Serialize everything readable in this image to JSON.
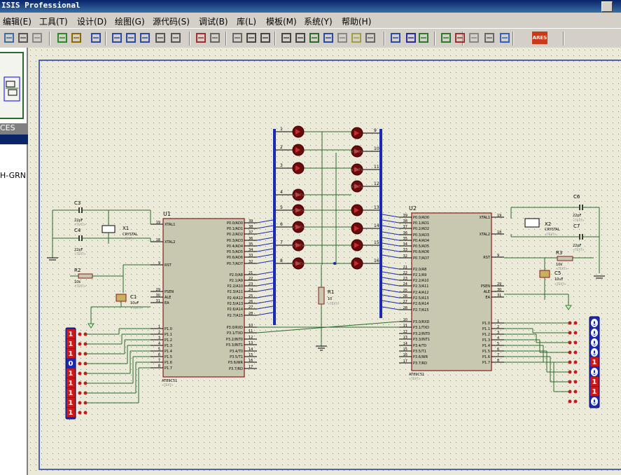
{
  "title": "ISIS Professional",
  "menu": [
    "编辑(E)",
    "工具(T)",
    "设计(D)",
    "绘图(G)",
    "源代码(S)",
    "调试(B)",
    "库(L)",
    "模板(M)",
    "系统(Y)",
    "帮助(H)"
  ],
  "toolbar_icons": [
    "print-icon",
    "copy-icon",
    "grid-icon",
    "origin-icon",
    "pan-icon",
    "zoom-in-icon",
    "zoom-out-icon",
    "zoom-all-icon",
    "zoom-area-icon",
    "undo-icon",
    "redo-icon",
    "cut-icon",
    "copy-icon",
    "paste-icon",
    "block-copy-icon",
    "block-move-icon",
    "block-rotate-icon",
    "block-delete-icon",
    "pick-device-icon",
    "make-device-icon",
    "packaging-icon",
    "decompose-icon",
    "wire-autorouter-icon",
    "search-icon",
    "property-tool-icon",
    "design-explorer-icon",
    "new-sheet-icon",
    "remove-sheet-icon",
    "exit-to-parent-icon",
    "bill-of-materials-icon",
    "electrical-check-icon",
    "ares-icon"
  ],
  "ares_label": "ARES",
  "left_panel": {
    "devices_header": "CES",
    "device_item": "H-GRN"
  },
  "schematic": {
    "u1": {
      "ref": "U1",
      "part": "AT89C51",
      "text": "<TEXT>",
      "left_pins": [
        {
          "num": "19",
          "name": "XTAL1"
        },
        {
          "num": "18",
          "name": "XTAL2"
        },
        {
          "num": "9",
          "name": "RST"
        },
        {
          "num": "29",
          "name": "PSEN"
        },
        {
          "num": "30",
          "name": "ALE"
        },
        {
          "num": "31",
          "name": "EA"
        },
        {
          "num": "1",
          "name": "P1.0"
        },
        {
          "num": "2",
          "name": "P1.1"
        },
        {
          "num": "3",
          "name": "P1.2"
        },
        {
          "num": "4",
          "name": "P1.3"
        },
        {
          "num": "5",
          "name": "P1.4"
        },
        {
          "num": "6",
          "name": "P1.5"
        },
        {
          "num": "7",
          "name": "P1.6"
        },
        {
          "num": "8",
          "name": "P1.7"
        }
      ],
      "right_pins": [
        {
          "num": "39",
          "name": "P0.0/AD0"
        },
        {
          "num": "38",
          "name": "P0.1/AD1"
        },
        {
          "num": "37",
          "name": "P0.2/AD2"
        },
        {
          "num": "36",
          "name": "P0.3/AD3"
        },
        {
          "num": "35",
          "name": "P0.4/AD4"
        },
        {
          "num": "34",
          "name": "P0.5/AD5"
        },
        {
          "num": "33",
          "name": "P0.6/AD6"
        },
        {
          "num": "32",
          "name": "P0.7/AD7"
        },
        {
          "num": "21",
          "name": "P2.0/A8"
        },
        {
          "num": "22",
          "name": "P2.1/A9"
        },
        {
          "num": "23",
          "name": "P2.2/A10"
        },
        {
          "num": "24",
          "name": "P2.3/A11"
        },
        {
          "num": "25",
          "name": "P2.4/A12"
        },
        {
          "num": "26",
          "name": "P2.5/A13"
        },
        {
          "num": "27",
          "name": "P2.6/A14"
        },
        {
          "num": "28",
          "name": "P2.7/A15"
        },
        {
          "num": "10",
          "name": "P3.0/RXD"
        },
        {
          "num": "11",
          "name": "P3.1/TXD"
        },
        {
          "num": "12",
          "name": "P3.2/INT0"
        },
        {
          "num": "13",
          "name": "P3.3/INT1"
        },
        {
          "num": "14",
          "name": "P3.4/T0"
        },
        {
          "num": "15",
          "name": "P3.5/T1"
        },
        {
          "num": "16",
          "name": "P3.6/WR"
        },
        {
          "num": "17",
          "name": "P3.7/RD"
        }
      ]
    },
    "u2": {
      "ref": "U2",
      "part": "AT89C51",
      "text": "<TEXT>",
      "left_pins": [
        {
          "num": "39",
          "name": "P0.0/AD0"
        },
        {
          "num": "38",
          "name": "P0.1/AD1"
        },
        {
          "num": "37",
          "name": "P0.2/AD2"
        },
        {
          "num": "36",
          "name": "P0.3/AD3"
        },
        {
          "num": "35",
          "name": "P0.4/AD4"
        },
        {
          "num": "34",
          "name": "P0.5/AD5"
        },
        {
          "num": "33",
          "name": "P0.6/AD6"
        },
        {
          "num": "32",
          "name": "P0.7/AD7"
        },
        {
          "num": "21",
          "name": "P2.0/A8"
        },
        {
          "num": "22",
          "name": "P2.1/A9"
        },
        {
          "num": "23",
          "name": "P2.2/A10"
        },
        {
          "num": "24",
          "name": "P2.3/A11"
        },
        {
          "num": "25",
          "name": "P2.4/A12"
        },
        {
          "num": "26",
          "name": "P2.5/A13"
        },
        {
          "num": "27",
          "name": "P2.6/A14"
        },
        {
          "num": "28",
          "name": "P2.7/A15"
        },
        {
          "num": "10",
          "name": "P3.0/RXD"
        },
        {
          "num": "11",
          "name": "P3.1/TXD"
        },
        {
          "num": "12",
          "name": "P3.2/INT0"
        },
        {
          "num": "13",
          "name": "P3.3/INT1"
        },
        {
          "num": "14",
          "name": "P3.4/T0"
        },
        {
          "num": "15",
          "name": "P3.5/T1"
        },
        {
          "num": "16",
          "name": "P3.6/WR"
        },
        {
          "num": "17",
          "name": "P3.7/RD"
        }
      ],
      "right_pins": [
        {
          "num": "19",
          "name": "XTAL1"
        },
        {
          "num": "18",
          "name": "XTAL2"
        },
        {
          "num": "9",
          "name": "RST"
        },
        {
          "num": "29",
          "name": "PSEN"
        },
        {
          "num": "30",
          "name": "ALE"
        },
        {
          "num": "31",
          "name": "EA"
        },
        {
          "num": "1",
          "name": "P1.0"
        },
        {
          "num": "2",
          "name": "P1.1"
        },
        {
          "num": "3",
          "name": "P1.2"
        },
        {
          "num": "4",
          "name": "P1.3"
        },
        {
          "num": "5",
          "name": "P1.4"
        },
        {
          "num": "6",
          "name": "P1.5"
        },
        {
          "num": "7",
          "name": "P1.6"
        },
        {
          "num": "8",
          "name": "P1.7"
        }
      ]
    },
    "components": [
      {
        "ref": "C3",
        "value": "22pF",
        "text": "<TEXT>"
      },
      {
        "ref": "C4",
        "value": "22pF",
        "text": "<TEXT>"
      },
      {
        "ref": "X1",
        "value": "CRYSTAL",
        "text": "<TEXT>"
      },
      {
        "ref": "R2",
        "value": "10k",
        "text": "<TEXT>"
      },
      {
        "ref": "C1",
        "value": "10uF",
        "text": "<TEXT>"
      },
      {
        "ref": "R1",
        "value": "10",
        "text": "<TEXT>"
      },
      {
        "ref": "C6",
        "value": "22pF",
        "text": "<TEXT>"
      },
      {
        "ref": "C7",
        "value": "22pF",
        "text": "<TEXT>"
      },
      {
        "ref": "X2",
        "value": "CRYSTAL",
        "text": "<TEXT>"
      },
      {
        "ref": "R3",
        "value": "10k",
        "text": "<TEXT>"
      },
      {
        "ref": "C5",
        "value": "10uF",
        "text": "<TEXT>"
      }
    ],
    "led_labels_left": [
      "1",
      "2",
      "3",
      "4",
      "5",
      "6",
      "7",
      "8"
    ],
    "led_labels_right": [
      "9",
      "10",
      "11",
      "12",
      "13",
      "14",
      "15",
      "16"
    ],
    "led_text": "<TEXT>",
    "left_dip_states": [
      "1",
      "1",
      "1",
      "0",
      "1",
      "1",
      "1",
      "1",
      "1"
    ],
    "right_dip_states": [
      "0",
      "0",
      "0",
      "0",
      "1",
      "0",
      "1",
      "1",
      "0"
    ]
  }
}
